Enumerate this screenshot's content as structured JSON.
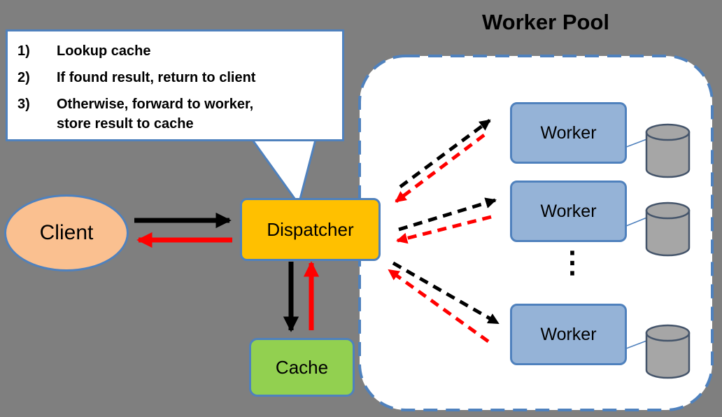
{
  "callout": {
    "steps": [
      {
        "num": "1)",
        "text": "Lookup cache"
      },
      {
        "num": "2)",
        "text": "If found result, return to client"
      },
      {
        "num": "3)",
        "text": "Otherwise, forward to worker,\nstore result to cache"
      }
    ]
  },
  "nodes": {
    "client": {
      "label": "Client"
    },
    "dispatcher": {
      "label": "Dispatcher"
    },
    "cache": {
      "label": "Cache"
    }
  },
  "worker_pool": {
    "title": "Worker Pool",
    "workers": [
      {
        "label": "Worker",
        "storage_icon": "database-cylinder"
      },
      {
        "label": "Worker",
        "storage_icon": "database-cylinder"
      },
      {
        "label": "Worker",
        "storage_icon": "database-cylinder"
      }
    ],
    "ellipsis": "⋮"
  },
  "edges": [
    {
      "from": "client",
      "to": "dispatcher",
      "style": "solid",
      "color": "#000000"
    },
    {
      "from": "dispatcher",
      "to": "client",
      "style": "solid",
      "color": "#FF0000"
    },
    {
      "from": "dispatcher",
      "to": "cache",
      "style": "solid",
      "color": "#000000"
    },
    {
      "from": "cache",
      "to": "dispatcher",
      "style": "solid",
      "color": "#FF0000"
    },
    {
      "from": "dispatcher",
      "to": "worker-1",
      "style": "dashed",
      "color": "#000000"
    },
    {
      "from": "worker-1",
      "to": "dispatcher",
      "style": "dashed",
      "color": "#FF0000"
    },
    {
      "from": "dispatcher",
      "to": "worker-2",
      "style": "dashed",
      "color": "#000000"
    },
    {
      "from": "worker-2",
      "to": "dispatcher",
      "style": "dashed",
      "color": "#FF0000"
    },
    {
      "from": "dispatcher",
      "to": "worker-3",
      "style": "dashed",
      "color": "#000000"
    },
    {
      "from": "worker-3",
      "to": "dispatcher",
      "style": "dashed",
      "color": "#FF0000"
    }
  ],
  "colors": {
    "background": "#7F7F7F",
    "shape_border": "#4F81BD",
    "client_fill": "#FAC090",
    "dispatcher_fill": "#FFC000",
    "cache_fill": "#92D050",
    "worker_fill": "#95B3D7",
    "cylinder_fill": "#A6A6A6",
    "request_arrow": "#000000",
    "response_arrow": "#FF0000"
  }
}
